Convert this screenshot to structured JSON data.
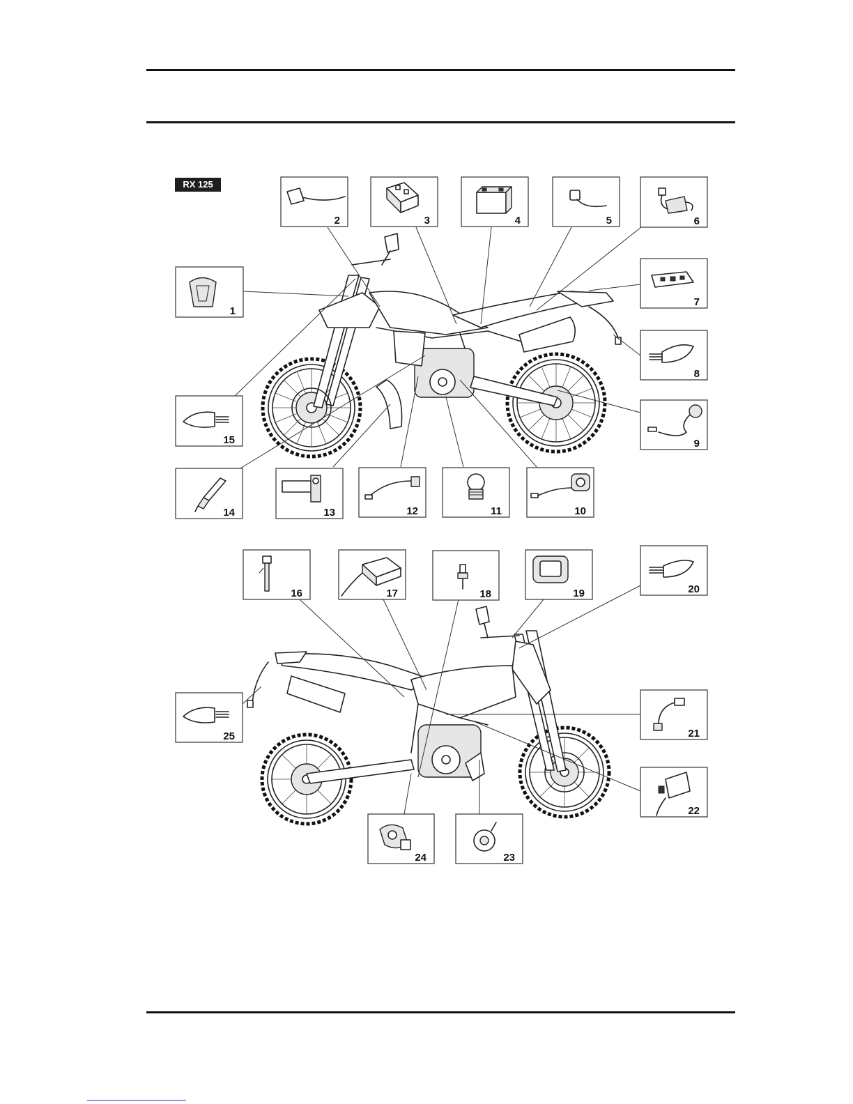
{
  "page": {
    "model_badge": "RX 125"
  },
  "callouts_top": [
    "1",
    "2",
    "3",
    "4",
    "5",
    "6",
    "7",
    "8",
    "9",
    "10",
    "11",
    "12",
    "13",
    "14",
    "15"
  ],
  "callouts_bottom": [
    "16",
    "17",
    "18",
    "19",
    "20",
    "21",
    "22",
    "23",
    "24",
    "25"
  ],
  "icons": {
    "1": "headlight-icon",
    "2": "ignition-coil-icon",
    "3": "fuse-box-icon",
    "4": "battery-icon",
    "5": "relay-icon",
    "6": "voltage-regulator-icon",
    "7": "tail-light-icon",
    "8": "rear-turn-indicator-icon",
    "9": "rear-brake-switch-icon",
    "10": "starter-motor-icon",
    "11": "neutral-sensor-icon",
    "12": "sensor-cable-icon",
    "13": "ignition-switch-icon",
    "14": "spark-plug-icon",
    "15": "front-turn-indicator-icon",
    "16": "fuel-level-sensor-icon",
    "17": "control-unit-icon",
    "18": "temperature-sensor-icon",
    "19": "dashboard-icon",
    "20": "front-turn-indicator-icon",
    "21": "front-brake-switch-icon",
    "22": "ignition-coil-icon",
    "23": "horn-icon",
    "24": "pickup-sensor-icon",
    "25": "rear-turn-indicator-icon"
  }
}
